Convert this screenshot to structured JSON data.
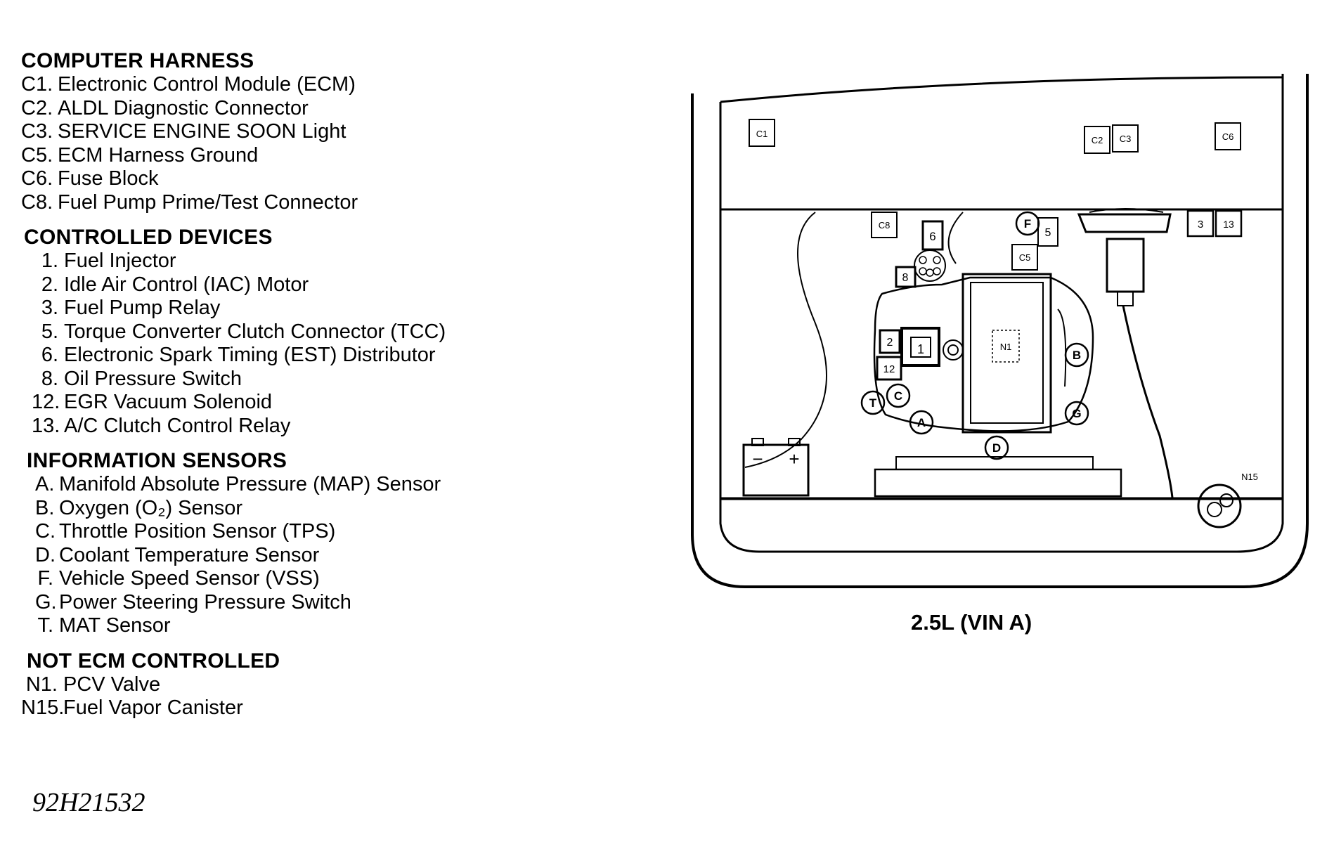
{
  "sections": {
    "computer_harness": {
      "title": "COMPUTER HARNESS",
      "items": [
        {
          "key": "C1.",
          "label": "Electronic Control Module (ECM)"
        },
        {
          "key": "C2.",
          "label": "ALDL Diagnostic Connector"
        },
        {
          "key": "C3.",
          "label": "SERVICE ENGINE SOON Light"
        },
        {
          "key": "C5.",
          "label": "ECM Harness Ground"
        },
        {
          "key": "C6.",
          "label": "Fuse Block"
        },
        {
          "key": "C8.",
          "label": "Fuel Pump Prime/Test Connector"
        }
      ]
    },
    "controlled_devices": {
      "title": "CONTROLLED DEVICES",
      "items": [
        {
          "key": "1.",
          "label": "Fuel Injector"
        },
        {
          "key": "2.",
          "label": "Idle Air Control (IAC) Motor"
        },
        {
          "key": "3.",
          "label": "Fuel Pump Relay"
        },
        {
          "key": "5.",
          "label": "Torque Converter Clutch Connector (TCC)"
        },
        {
          "key": "6.",
          "label": "Electronic Spark Timing (EST) Distributor"
        },
        {
          "key": "8.",
          "label": "Oil Pressure Switch"
        },
        {
          "key": "12.",
          "label": "EGR Vacuum Solenoid"
        },
        {
          "key": "13.",
          "label": "A/C Clutch Control Relay"
        }
      ]
    },
    "information_sensors": {
      "title": "INFORMATION SENSORS",
      "items": [
        {
          "key": "A.",
          "label": "Manifold Absolute Pressure (MAP) Sensor"
        },
        {
          "key": "B.",
          "label": "Oxygen (O₂) Sensor"
        },
        {
          "key": "C.",
          "label": "Throttle Position Sensor (TPS)"
        },
        {
          "key": "D.",
          "label": "Coolant Temperature Sensor"
        },
        {
          "key": "F.",
          "label": "Vehicle Speed Sensor (VSS)"
        },
        {
          "key": "G.",
          "label": "Power Steering Pressure Switch"
        },
        {
          "key": "T.",
          "label": "MAT Sensor"
        }
      ]
    },
    "not_ecm_controlled": {
      "title": "NOT ECM CONTROLLED",
      "items": [
        {
          "key": "N1.",
          "label": "PCV Valve"
        },
        {
          "key": "N15.",
          "label": "Fuel Vapor Canister"
        }
      ]
    }
  },
  "reference_number": "92H21532",
  "diagram": {
    "caption": "2.5L (VIN A)",
    "labels": {
      "c1": "C1",
      "c2": "C2",
      "c3": "C3",
      "c6": "C6",
      "c8": "C8",
      "c5": "C5",
      "n1": "N1",
      "n15": "N15",
      "d1": "1",
      "d2": "2",
      "d3": "3",
      "d5": "5",
      "d6": "6",
      "d8": "8",
      "d12": "12",
      "d13": "13",
      "sA": "A",
      "sB": "B",
      "sC": "C",
      "sD": "D",
      "sF": "F",
      "sG": "G",
      "sT": "T",
      "batt_minus": "−",
      "batt_plus": "+"
    }
  }
}
